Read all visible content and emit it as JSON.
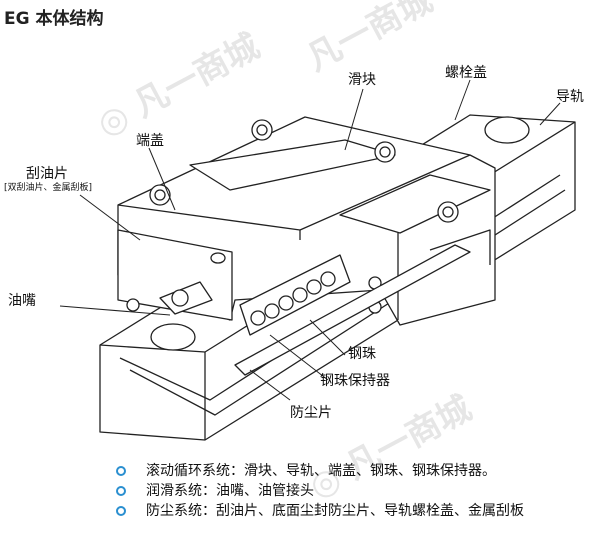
{
  "title": "EG 本体结构",
  "labels": {
    "slider_block": "滑块",
    "rail_cap": "螺栓盖",
    "rail": "导轨",
    "end_cap": "端盖",
    "scraper": "刮油片",
    "scraper_note": "[双刮油片、金属刮板]",
    "grease_nipple": "油嘴",
    "steel_ball": "钢珠",
    "ball_retainer": "钢珠保持器",
    "dust_seal": "防尘片"
  },
  "systems": [
    {
      "icon": "ring-bullet-icon",
      "text": "滚动循环系统：滑块、导轨、端盖、钢珠、钢珠保持器。"
    },
    {
      "icon": "ring-bullet-icon",
      "text": "润滑系统：油嘴、油管接头"
    },
    {
      "icon": "ring-bullet-icon",
      "text": "防尘系统：刮油片、底面尘封防尘片、导轨螺栓盖、金属刮板"
    }
  ],
  "colors": {
    "accent": "#2a8fd0",
    "line": "#222222",
    "watermark": "#e6e6e6"
  }
}
